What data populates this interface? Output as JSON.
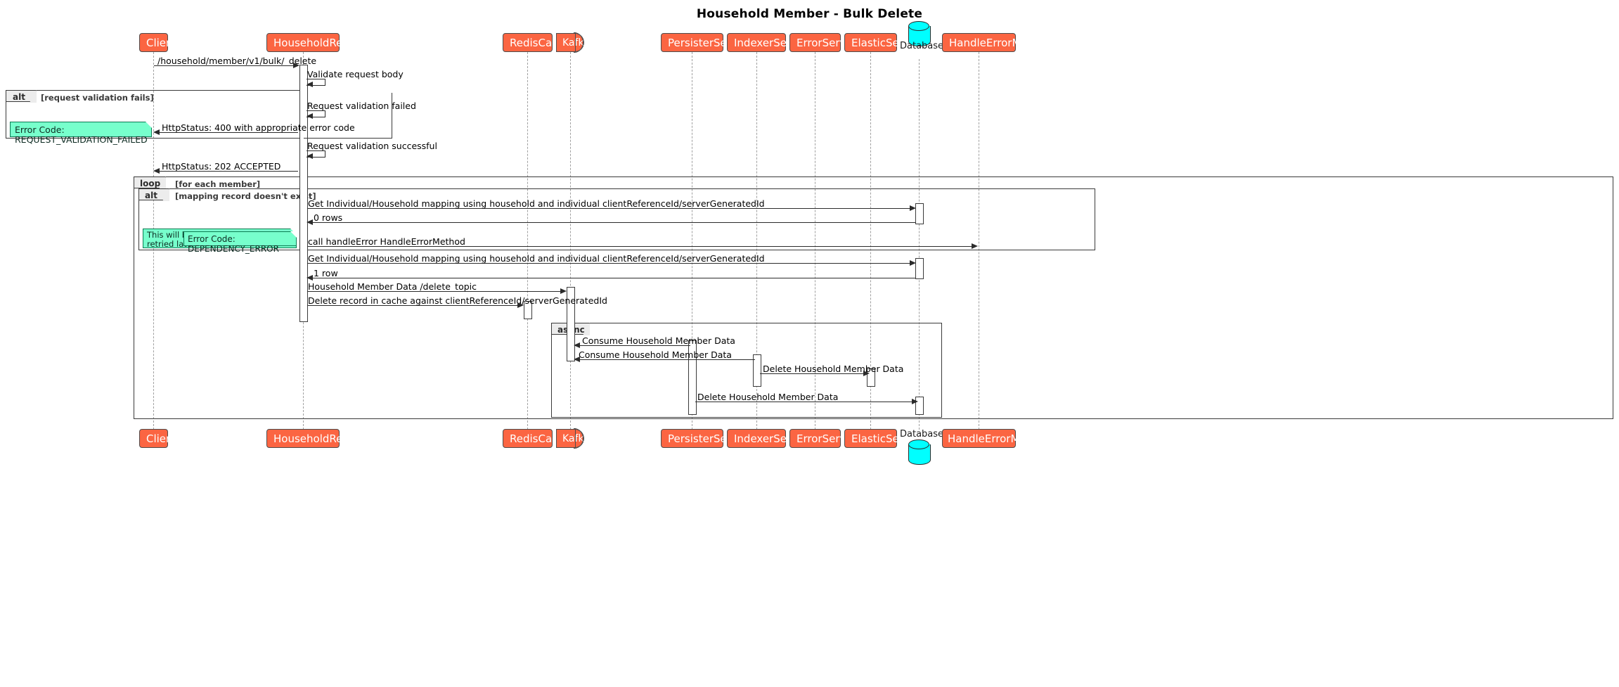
{
  "diagram": {
    "type": "uml-sequence-diagram",
    "title": "Household Member - Bulk Delete",
    "colors": {
      "participant_fill": "#FB6542",
      "participant_text": "#FFFFFF",
      "note_fill": "#77FFCC",
      "database_fill": "#00FFFF",
      "fragment_tab_fill": "#ECECEC",
      "line": "#2B2B2B",
      "lifeline": "#A0A0A0",
      "background": "#FFFFFF"
    }
  },
  "participants": [
    {
      "id": "client",
      "label": "Client",
      "shape": "box"
    },
    {
      "id": "registry",
      "label": "HouseholdRegistry",
      "shape": "box"
    },
    {
      "id": "rediscache",
      "label": "RedisCache",
      "shape": "box"
    },
    {
      "id": "kafka",
      "label": "Kafka",
      "shape": "queue"
    },
    {
      "id": "persister",
      "label": "PersisterService",
      "shape": "box"
    },
    {
      "id": "indexer",
      "label": "IndexerService",
      "shape": "box"
    },
    {
      "id": "errorservice",
      "label": "ErrorService",
      "shape": "box"
    },
    {
      "id": "elasticsearch",
      "label": "ElasticSearch",
      "shape": "box"
    },
    {
      "id": "database",
      "label": "Database",
      "shape": "database"
    },
    {
      "id": "handleerror",
      "label": "HandleErrorMethod",
      "shape": "box"
    }
  ],
  "messages": {
    "m01": "/household/member/v1/bulk/_delete",
    "m02": "Validate request body",
    "m03": "Request validation failed",
    "m04": "HttpStatus: 400 with appropriate error code",
    "m05": "Request validation successful",
    "m06": "HttpStatus: 202 ACCEPTED",
    "m07": "Get Individual/Household mapping using household and individual clientReferenceId/serverGeneratedId",
    "m08": "0 rows",
    "m09": "call handleError HandleErrorMethod",
    "m10": "Get Individual/Household mapping using household and individual clientReferenceId/serverGeneratedId",
    "m11": "1 row",
    "m12": "Household Member Data /delete_topic",
    "m13": "Delete record in cache against clientReferenceId/serverGeneratedId",
    "m14": "Consume Household Member Data",
    "m15": "Consume Household Member Data",
    "m16": "Delete Household Member Data",
    "m17": "Delete Household Member Data"
  },
  "fragments": {
    "alt_validation": {
      "label": "alt",
      "condition": "[request validation fails]"
    },
    "loop_member": {
      "label": "loop",
      "condition": "[for each member]"
    },
    "alt_mapping": {
      "label": "alt",
      "condition": "[mapping record doesn't exist]"
    },
    "async_block": {
      "label": "async",
      "condition": ""
    }
  },
  "notes": {
    "n1": "Error Code: REQUEST_VALIDATION_FAILED",
    "n2_line1": "This will be",
    "n2_line2": "retried later",
    "n3": "Error Code: DEPENDENCY_ERROR"
  }
}
